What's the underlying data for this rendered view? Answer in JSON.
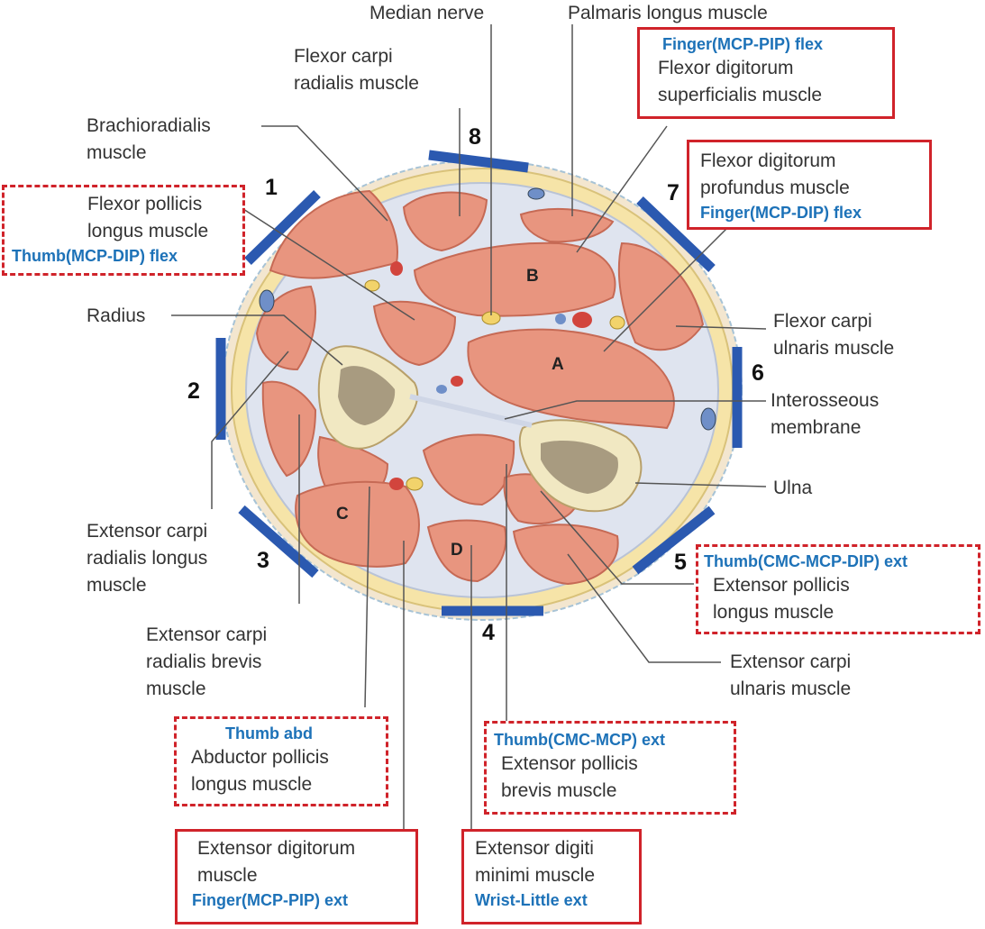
{
  "labels": {
    "median_nerve": "Median nerve",
    "palmaris_longus": "Palmaris longus muscle",
    "fcr": [
      "Flexor carpi",
      "radialis muscle"
    ],
    "brachioradialis": [
      "Brachioradialis",
      "muscle"
    ],
    "radius": "Radius",
    "fcu": [
      "Flexor carpi",
      "ulnaris muscle"
    ],
    "interosseous": [
      "Interosseous",
      "membrane"
    ],
    "ulna": "Ulna",
    "ecrl": [
      "Extensor carpi",
      "radialis longus",
      "muscle"
    ],
    "ecrb": [
      "Extensor carpi",
      "radialis brevis",
      "muscle"
    ],
    "ecu": [
      "Extensor carpi",
      "ulnaris muscle"
    ]
  },
  "boxes": {
    "fds": {
      "func": "Finger(MCP-PIP) flex",
      "lines": [
        "Flexor digitorum",
        "superficialis muscle"
      ]
    },
    "fdp": {
      "lines": [
        "Flexor digitorum",
        "profundus muscle"
      ],
      "func": "Finger(MCP-DIP) flex"
    },
    "fpl": {
      "lines": [
        "Flexor pollicis",
        "longus muscle"
      ],
      "func": "Thumb(MCP-DIP) flex"
    },
    "epl": {
      "func": "Thumb(CMC-MCP-DIP) ext",
      "lines": [
        "Extensor pollicis",
        "longus muscle"
      ]
    },
    "apl": {
      "func": "Thumb  abd",
      "lines": [
        "Abductor pollicis",
        "longus muscle"
      ]
    },
    "epb": {
      "func": "Thumb(CMC-MCP)  ext",
      "lines": [
        "Extensor pollicis",
        "brevis muscle"
      ]
    },
    "ed": {
      "lines": [
        "Extensor digitorum",
        "muscle"
      ],
      "func": "Finger(MCP-PIP)  ext"
    },
    "edm": {
      "lines": [
        "Extensor digiti",
        "minimi muscle"
      ],
      "func": "Wrist-Little ext"
    }
  },
  "electrodes": [
    "1",
    "2",
    "3",
    "4",
    "5",
    "6",
    "7",
    "8"
  ],
  "regions": [
    "A",
    "B",
    "C",
    "D"
  ],
  "colors": {
    "muscle": "#e8957f",
    "muscle_edge": "#c66a55",
    "fascia": "#dfe4ef",
    "fat": "#f6e4a8",
    "skin": "#f3d9b6",
    "bone": "#f1e8c2",
    "marrow": "#a89b80",
    "electrode": "#2b59b0",
    "box_border": "#d0232a",
    "function_text": "#1d72b8"
  }
}
